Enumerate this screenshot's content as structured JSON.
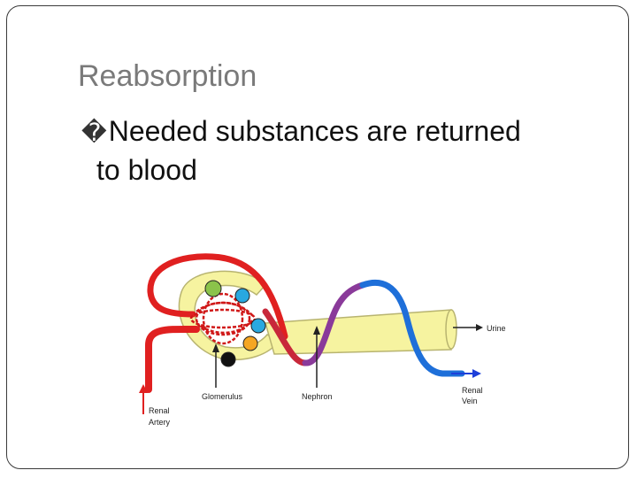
{
  "slide": {
    "title": "Reabsorption",
    "bullet_marker": "�",
    "bullet_line1": "Needed substances are returned",
    "bullet_line2": "to blood"
  },
  "diagram": {
    "labels": {
      "urine": "Urine",
      "renal_vein": [
        "Renal",
        "Vein"
      ],
      "renal_artery": [
        "Renal",
        "Artery"
      ],
      "glomerulus": "Glomerulus",
      "nephron": "Nephron"
    },
    "colors": {
      "artery": "#e02020",
      "vein": "#1e6fd9",
      "tubule": "#f6f3a0",
      "tubule_stroke": "#b8b470",
      "transition": "#8a3a9a"
    },
    "substance_dots": [
      "#8bc34a",
      "#29a8e0",
      "#29a8e0",
      "#f5a623",
      "#111111"
    ]
  }
}
